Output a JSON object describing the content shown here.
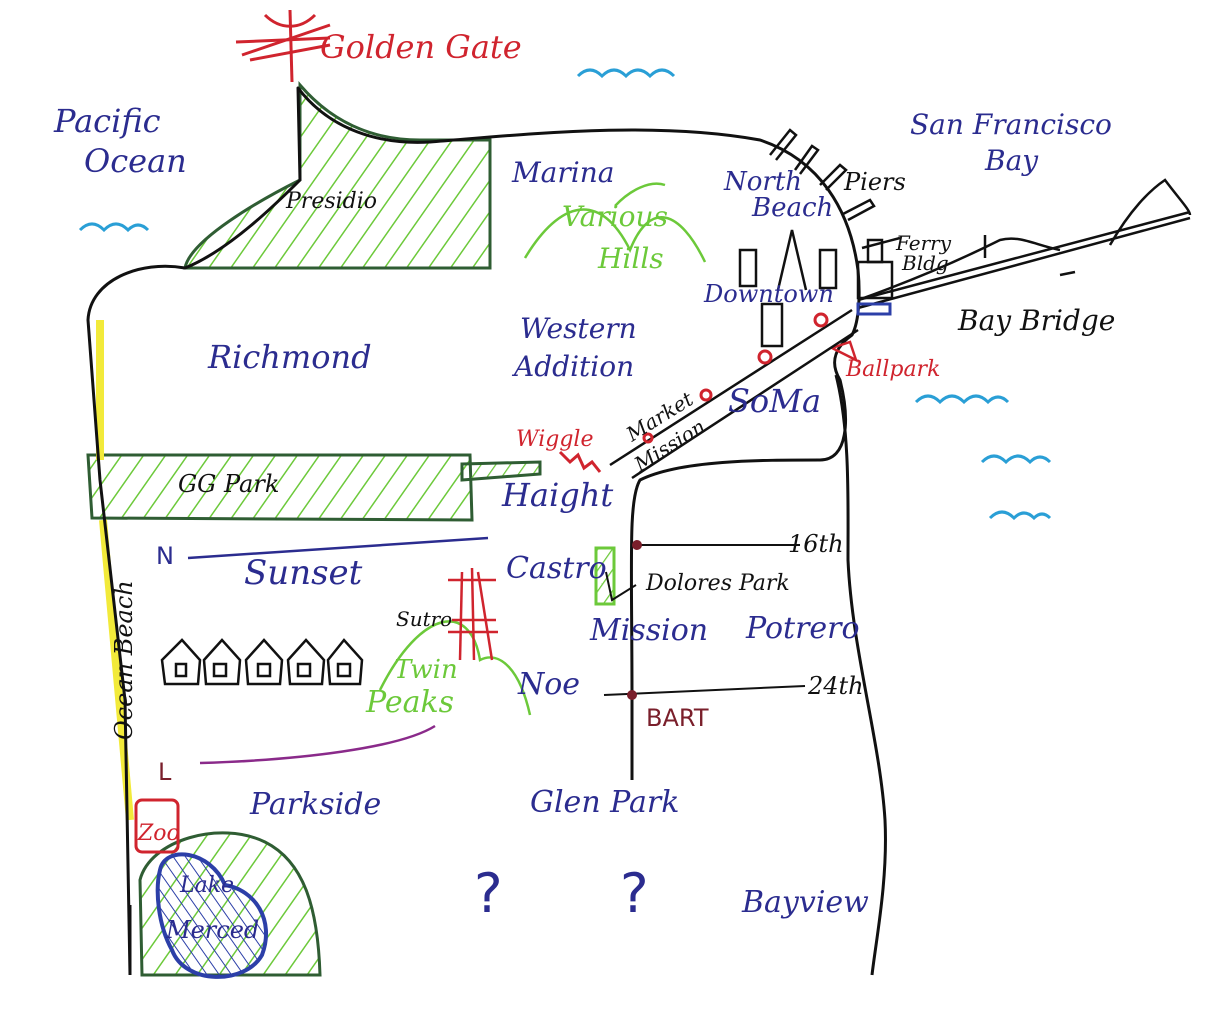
{
  "map": {
    "labels": {
      "golden_gate": "Golden Gate",
      "pacific_ocean_1": "Pacific",
      "pacific_ocean_2": "Ocean",
      "sf_bay_1": "San Francisco",
      "sf_bay_2": "Bay",
      "presidio": "Presidio",
      "marina": "Marina",
      "various_hills_1": "Various",
      "various_hills_2": "Hills",
      "north_beach_1": "North",
      "north_beach_2": "Beach",
      "piers": "Piers",
      "ferry_bldg_1": "Ferry",
      "ferry_bldg_2": "Bldg",
      "downtown": "Downtown",
      "bay_bridge": "Bay Bridge",
      "richmond": "Richmond",
      "western_addition_1": "Western",
      "western_addition_2": "Addition",
      "ballpark": "Ballpark",
      "market": "Market",
      "mission_st": "Mission",
      "soma": "SoMa",
      "wiggle": "Wiggle",
      "gg_park": "GG Park",
      "haight": "Haight",
      "n_line": "N",
      "sunset": "Sunset",
      "castro": "Castro",
      "sixteenth": "16th",
      "dolores_park": "Dolores Park",
      "sutro": "Sutro",
      "mission": "Mission",
      "potrero": "Potrero",
      "twin_peaks_1": "Twin",
      "twin_peaks_2": "Peaks",
      "noe": "Noe",
      "twenty_fourth": "24th",
      "bart": "BART",
      "ocean_beach": "Ocean Beach",
      "l_line": "L",
      "parkside": "Parkside",
      "glen_park": "Glen Park",
      "zoo": "Zoo",
      "lake_merced_1": "Lake",
      "lake_merced_2": "Merced",
      "question_1": "?",
      "question_2": "?",
      "bayview": "Bayview"
    },
    "colors": {
      "neighborhood": "#2b2c8f",
      "landmark": "#d0242e",
      "park": "#6cc93a",
      "outline": "#111111",
      "water": "#2a9fd6",
      "beach": "#f2ea3a",
      "transit_n": "#2b2c8f",
      "transit_l": "#8a2a8a",
      "bart": "#7a1f2b",
      "park_border": "#2f5d33",
      "lake": "#2c3fa8"
    },
    "icons": [
      "golden-gate-bridge-icon",
      "wave-icon",
      "pier-icon",
      "building-icon",
      "ferry-building-icon",
      "bay-bridge-icon",
      "house-icon",
      "sutro-tower-icon",
      "bart-station-icon"
    ]
  }
}
